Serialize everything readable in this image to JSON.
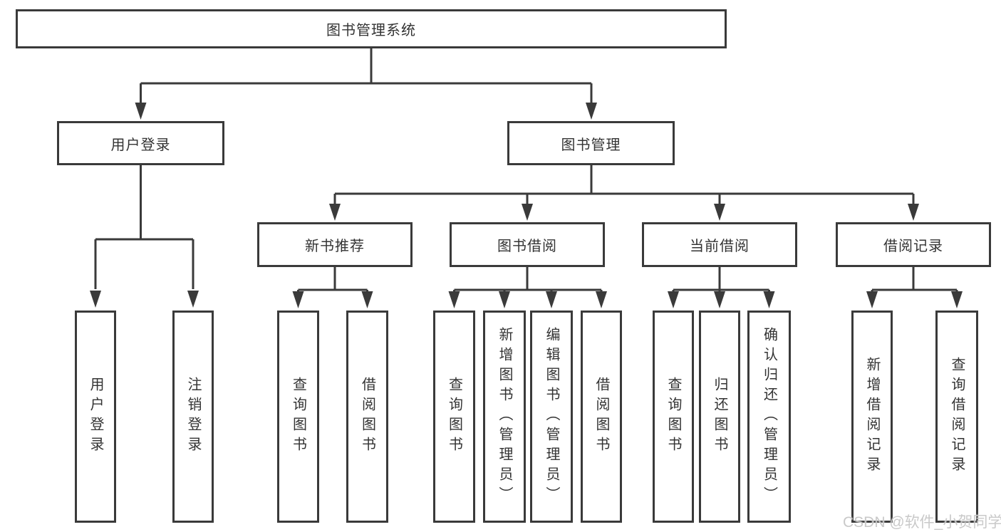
{
  "colors": {
    "line": "#3a3a3a",
    "text": "#333333",
    "background": "#ffffff",
    "watermark": "#c6c6c6"
  },
  "tree": {
    "label": "图书管理系统",
    "children": [
      {
        "label": "用户登录",
        "children": [
          {
            "label": "用户登录"
          },
          {
            "label": "注销登录"
          }
        ]
      },
      {
        "label": "图书管理",
        "children": [
          {
            "label": "新书推荐",
            "children": [
              {
                "label": "查询图书"
              },
              {
                "label": "借阅图书"
              }
            ]
          },
          {
            "label": "图书借阅",
            "children": [
              {
                "label": "查询图书"
              },
              {
                "label": "新增图书（管理员）"
              },
              {
                "label": "编辑图书（管理员）"
              },
              {
                "label": "借阅图书"
              }
            ]
          },
          {
            "label": "当前借阅",
            "children": [
              {
                "label": "查询图书"
              },
              {
                "label": "归还图书"
              },
              {
                "label": "确认归还（管理员）"
              }
            ]
          },
          {
            "label": "借阅记录",
            "children": [
              {
                "label": "新增借阅记录"
              },
              {
                "label": "查询借阅记录"
              }
            ]
          }
        ]
      }
    ]
  },
  "watermark": {
    "text": "CSDN @软件_小贺同学"
  }
}
